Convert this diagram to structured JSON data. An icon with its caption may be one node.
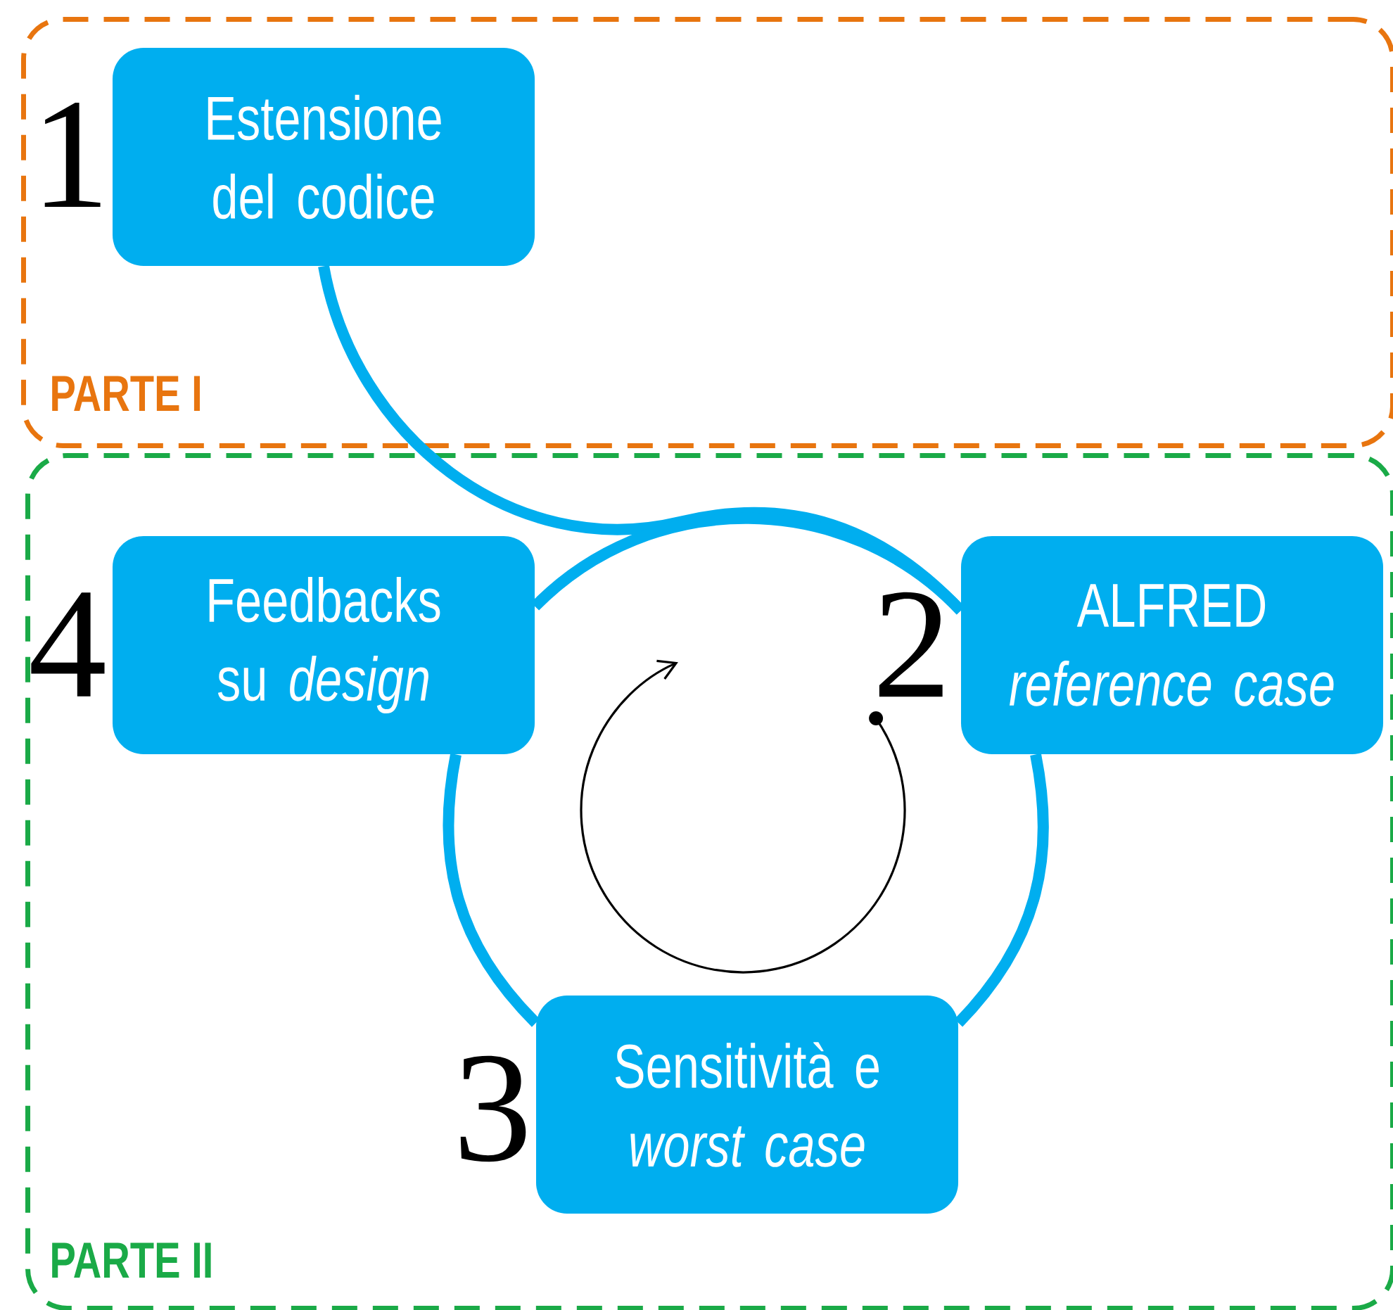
{
  "diagram": {
    "nodes": [
      {
        "text": [
          "PARTE I"
        ]
      },
      {
        "text": [
          "Estensione del codice"
        ],
        "in": 0,
        "beside": [
          "1"
        ]
      },
      {
        "text": [
          "PARTE II"
        ]
      },
      {
        "text": [
          "Feedbacks su *design*"
        ],
        "in": 2,
        "beside": [
          "4"
        ]
      },
      {
        "text": [
          "ALFRED *reference case*"
        ],
        "in": 2,
        "beside": [
          "2"
        ]
      },
      {
        "text": [
          "Sensitività e *worst case*"
        ],
        "in": 2,
        "beside": [
          "3"
        ]
      }
    ],
    "edges": [
      {
        "from": 1,
        "to": 4,
        "arrow": "none"
      },
      {
        "from": 4,
        "to": 5,
        "arrow": "none"
      },
      {
        "from": 5,
        "to": 3,
        "arrow": "none"
      },
      {
        "from": 3,
        "to": 4,
        "arrow": "none"
      }
    ]
  }
}
